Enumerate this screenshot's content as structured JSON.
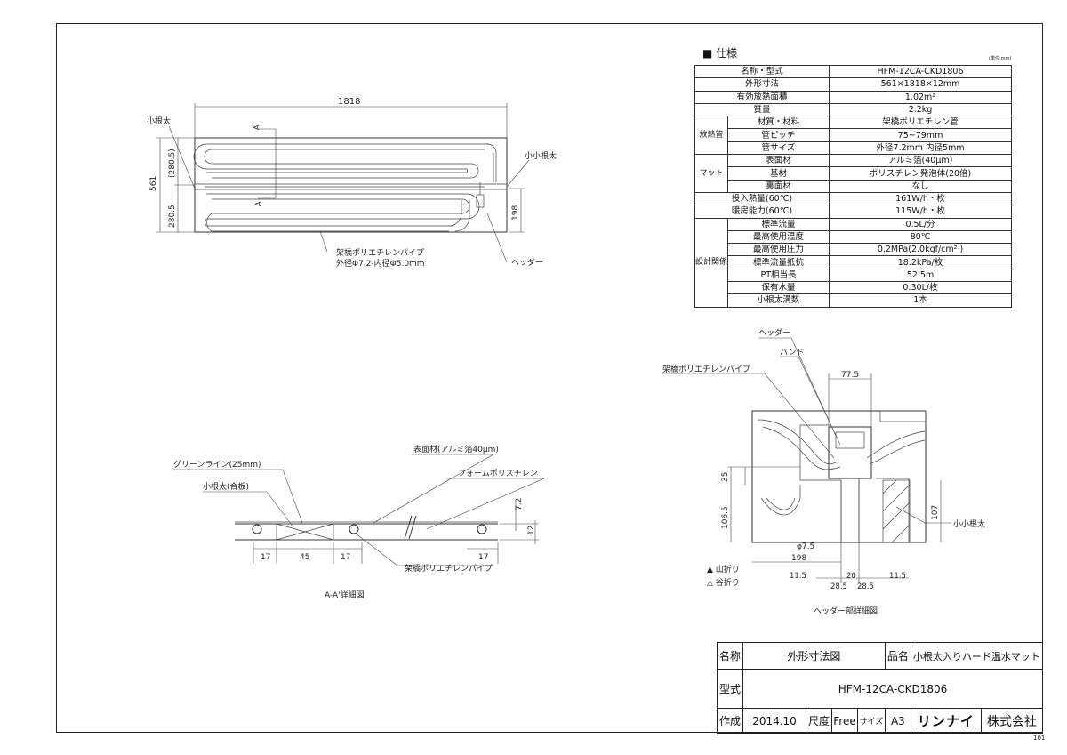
{
  "spec": {
    "heading": "■ 仕様",
    "unit": "(単位:mm)",
    "rows": [
      {
        "label": "名称・型式",
        "value": "HFM-12CA-CKD1806"
      },
      {
        "label": "外形寸法",
        "value": "561×1818×12mm"
      },
      {
        "label": "有効放熱面積",
        "value": "1.02m²"
      },
      {
        "label": "質量",
        "value": "2.2kg"
      },
      {
        "label": "材質・材料",
        "value": "架橋ポリエチレン管"
      },
      {
        "label": "管ピッチ",
        "value": "75~79mm"
      },
      {
        "label": "管サイズ",
        "value": "外径7.2mm 内径5mm"
      },
      {
        "label": "表面材",
        "value": "アルミ箔(40μm)"
      },
      {
        "label": "基材",
        "value": "ポリスチレン発泡体(20倍)"
      },
      {
        "label": "裏面材",
        "value": "なし"
      },
      {
        "label": "投入熱量(60℃)",
        "value": "161W/h・枚"
      },
      {
        "label": "暖房能力(60℃)",
        "value": "115W/h・枚"
      },
      {
        "label": "標準流量",
        "value": "0.5L/分"
      },
      {
        "label": "最高使用温度",
        "value": "80℃"
      },
      {
        "label": "最高使用圧力",
        "value": "0.2MPa(2.0kgf/cm² )"
      },
      {
        "label": "標準流量抵抗",
        "value": "18.2kPa/枚"
      },
      {
        "label": "PT相当長",
        "value": "52.5m"
      },
      {
        "label": "保有水量",
        "value": "0.30L/枚"
      },
      {
        "label": "小根太溝数",
        "value": "1本"
      }
    ],
    "groups": {
      "pipe": "放熱管",
      "mat": "マット",
      "design": "設計関係"
    }
  },
  "plan": {
    "dim_length": "1818",
    "dim_width": "561",
    "dim_upper": "(280.5)",
    "dim_lower": "280.5",
    "dim_header": "198",
    "section_mark": "A",
    "section_mark2": "A'",
    "label_konebuto": "小根太",
    "label_kokonebuto": "小小根太",
    "label_pipe1": "架橋ポリエチレンパイプ",
    "label_pipe2": "外径Φ7.2-内径Φ5.0mm",
    "label_header": "ヘッダー"
  },
  "section": {
    "label_surface": "表面材(アルミ箔40μm)",
    "label_greenline": "グリーンライン(25mm)",
    "label_konebuto": "小根太(合板)",
    "label_foam": "フォームポリスチレン",
    "label_pipe": "架橋ポリエチレンパイプ",
    "dim_17a": "17",
    "dim_45": "45",
    "dim_17b": "17",
    "dim_17c": "17",
    "dim_72": "7.2",
    "dim_12": "12",
    "caption": "A-A'詳細図"
  },
  "header_detail": {
    "label_header": "ヘッダー",
    "label_band": "バンド",
    "label_pipe": "架橋ポリエチレンパイプ",
    "label_kokonebuto": "小小根太",
    "dim_775": "77.5",
    "dim_35": "35",
    "dim_1065": "106.5",
    "dim_107": "107",
    "dim_phi75": "φ7.5",
    "dim_198": "198",
    "dim_115a": "11.5",
    "dim_285a": "28.5",
    "dim_20": "20",
    "dim_285b": "28.5",
    "dim_115b": "11.5",
    "legend_mountain": "▲ 山折り",
    "legend_valley": "△ 谷折り",
    "caption": "ヘッダー部詳細図"
  },
  "title_block": {
    "name_key": "名称",
    "name_value": "外形寸法図",
    "product_key": "品名",
    "product_value": "小根太入りハード温水マット",
    "model_key": "型式",
    "model_value": "HFM-12CA-CKD1806",
    "made_key": "作成",
    "made_value": "2014.10",
    "scale_key": "尺度",
    "scale_value": "Free",
    "size_key": "サイズ",
    "size_value": "A3",
    "company_logo": "リンナイ",
    "company_suffix": "株式会社"
  },
  "page_number": "101"
}
